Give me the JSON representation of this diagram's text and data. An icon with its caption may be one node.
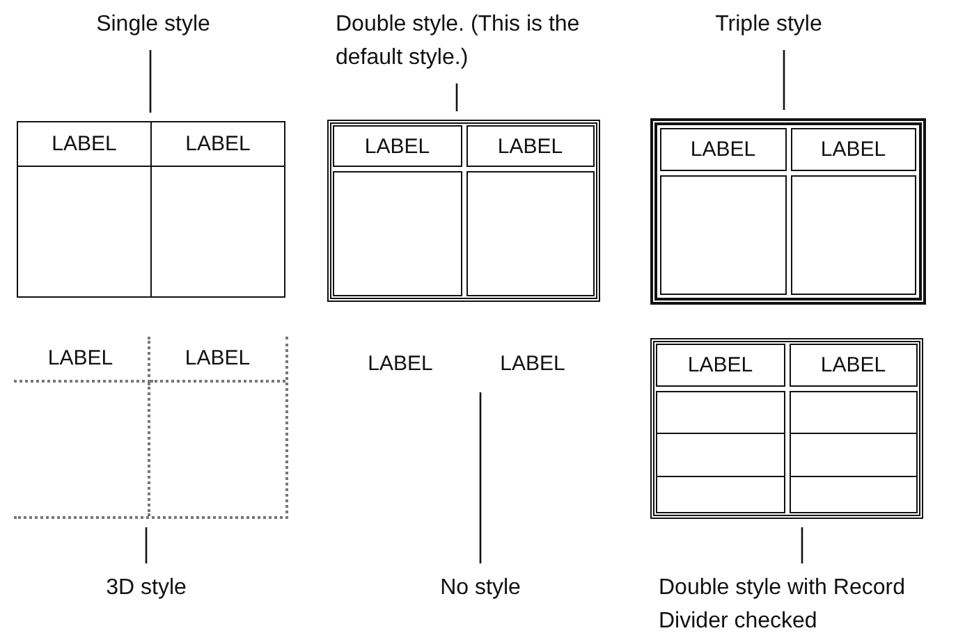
{
  "diagram": {
    "nodes": [
      {
        "text": [
          "Single style"
        ]
      },
      {
        "text": [
          "LABEL",
          "LABEL"
        ]
      },
      {
        "text": [
          "Double style. (This is the default style.)"
        ]
      },
      {
        "text": [
          "LABEL",
          "LABEL"
        ]
      },
      {
        "text": [
          "Triple style"
        ]
      },
      {
        "text": [
          "LABEL",
          "LABEL"
        ]
      },
      {
        "text": [
          "LABEL",
          "LABEL"
        ]
      },
      {
        "text": [
          "3D style"
        ]
      },
      {
        "text": [
          "LABEL",
          "LABEL"
        ]
      },
      {
        "text": [
          "No style"
        ]
      },
      {
        "text": [
          "LABEL",
          "LABEL"
        ]
      },
      {
        "text": [
          "Double style with Record Divider checked"
        ]
      }
    ],
    "edges": [
      {
        "from": 0,
        "to": 1,
        "arrow": "none"
      },
      {
        "from": 2,
        "to": 3,
        "arrow": "none"
      },
      {
        "from": 4,
        "to": 5,
        "arrow": "none"
      },
      {
        "from": 7,
        "to": 6,
        "arrow": "none"
      },
      {
        "from": 9,
        "to": 8,
        "arrow": "none"
      },
      {
        "from": 11,
        "to": 10,
        "arrow": "none"
      }
    ]
  }
}
